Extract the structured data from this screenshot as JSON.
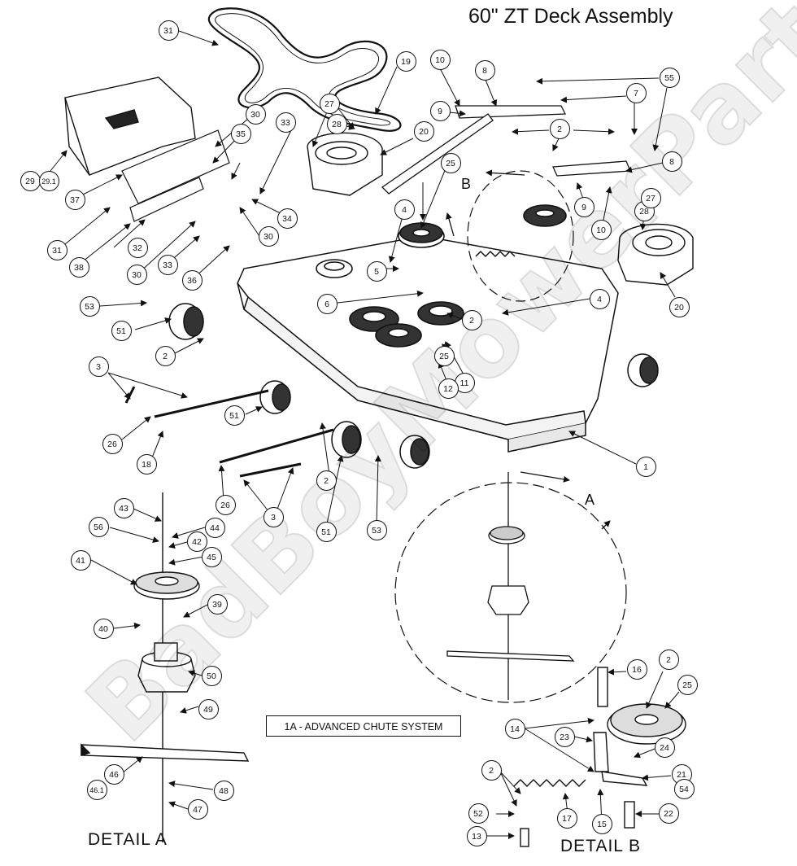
{
  "title": "60\" ZT Deck Assembly",
  "detail_a_label": "DETAIL  A",
  "detail_b_label": "DETAIL  B",
  "chute_note": "1A - ADVANCED CHUTE SYSTEM",
  "watermark": "BadBoyMowerParts.com",
  "view_label_a": "A",
  "view_label_b": "B",
  "callouts": [
    "31",
    "19",
    "10",
    "8",
    "55",
    "7",
    "2",
    "9",
    "27",
    "28",
    "30",
    "35",
    "33",
    "20",
    "25",
    "29",
    "29.1",
    "37",
    "31",
    "38",
    "30",
    "32",
    "33",
    "36",
    "34",
    "30",
    "4",
    "5",
    "6",
    "53",
    "51",
    "2",
    "3",
    "26",
    "18",
    "51",
    "2",
    "3",
    "26",
    "51",
    "53",
    "2",
    "11",
    "12",
    "25",
    "1",
    "4",
    "20",
    "28",
    "27",
    "9",
    "10",
    "8",
    "43",
    "44",
    "56",
    "42",
    "45",
    "41",
    "39",
    "40",
    "50",
    "49",
    "46",
    "46.1",
    "48",
    "47",
    "16",
    "2",
    "25",
    "14",
    "23",
    "24",
    "21",
    "54",
    "2",
    "52",
    "17",
    "15",
    "22",
    "13"
  ]
}
